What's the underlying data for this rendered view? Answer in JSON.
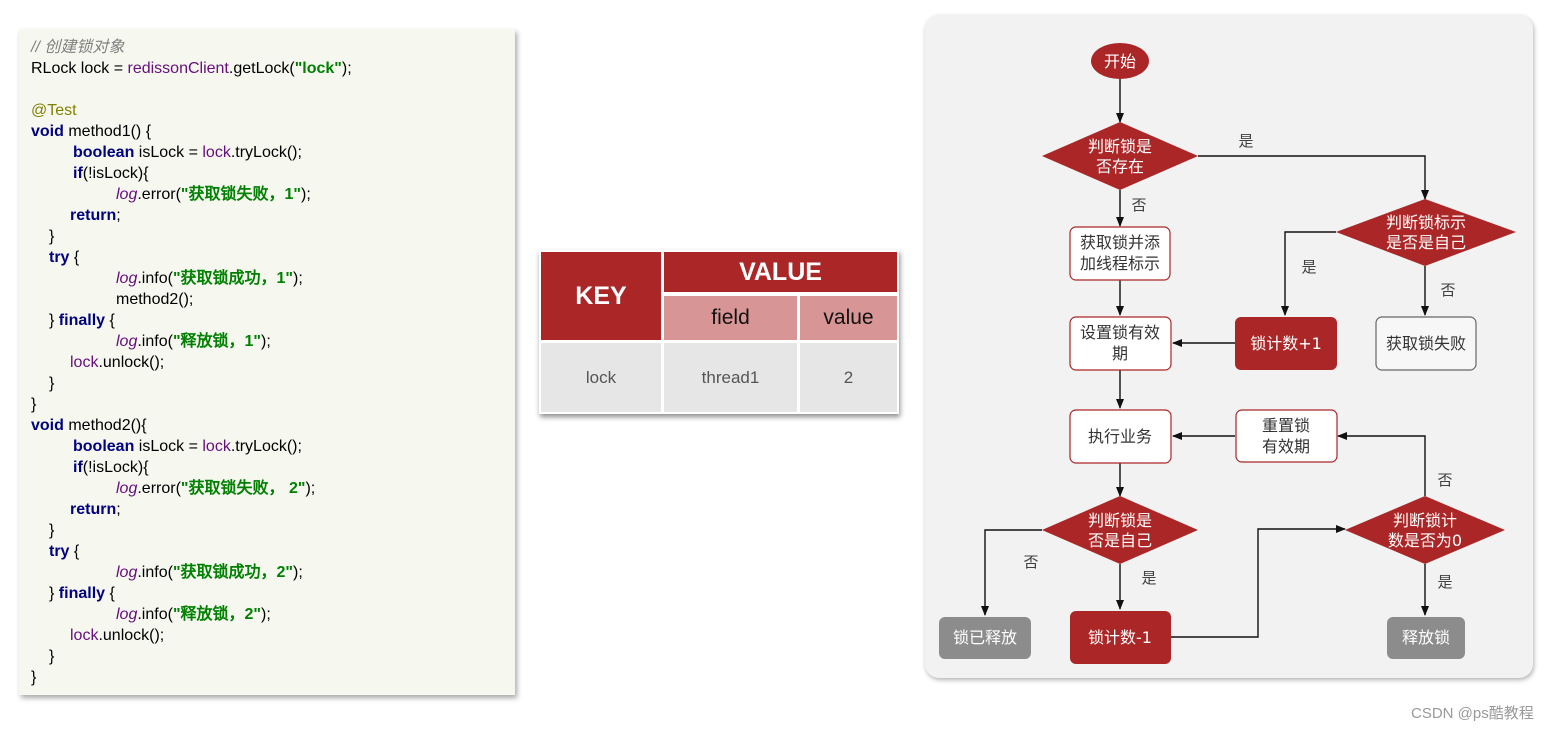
{
  "code": {
    "l01": "// 创建锁对象",
    "l02_a": "RLock lock = ",
    "l02_b": "redissonClient",
    "l02_c": ".getLock(",
    "l02_d": "\"lock\"",
    "l02_e": ");",
    "l04": "@Test",
    "l05_a": "void",
    "l05_b": " method1() {",
    "l06_a": "boolean",
    "l06_b": " isLock = ",
    "l06_c": "lock",
    "l06_d": ".tryLock();",
    "l07_a": "if",
    "l07_b": "(!isLock){",
    "l08_a": "log",
    "l08_b": ".error(",
    "l08_c": "\"获取锁失败，1\"",
    "l08_d": ");",
    "l09_a": "return",
    "l09_b": ";",
    "l10": "}",
    "l11_a": "try",
    "l11_b": " {",
    "l12_a": "log",
    "l12_b": ".info(",
    "l12_c": "\"获取锁成功，1\"",
    "l12_d": ");",
    "l13": "method2();",
    "l14_a": "} ",
    "l14_b": "finally",
    "l14_c": " {",
    "l15_a": "log",
    "l15_b": ".info(",
    "l15_c": "\"释放锁，1\"",
    "l15_d": ");",
    "l16_a": "lock",
    "l16_b": ".unlock();",
    "l17": "}",
    "l18": "}",
    "l19_a": "void",
    "l19_b": " method2(){",
    "l20_a": "boolean",
    "l20_b": " isLock = ",
    "l20_c": "lock",
    "l20_d": ".tryLock();",
    "l21_a": "if",
    "l21_b": "(!isLock){",
    "l22_a": "log",
    "l22_b": ".error(",
    "l22_c": "\"获取锁失败， 2\"",
    "l22_d": ");",
    "l23_a": "return",
    "l23_b": ";",
    "l24": "}",
    "l25_a": "try",
    "l25_b": " {",
    "l26_a": "log",
    "l26_b": ".info(",
    "l26_c": "\"获取锁成功，2\"",
    "l26_d": ");",
    "l27_a": "} ",
    "l27_b": "finally",
    "l27_c": " {",
    "l28_a": "log",
    "l28_b": ".info(",
    "l28_c": "\"释放锁，2\"",
    "l28_d": ");",
    "l29_a": "lock",
    "l29_b": ".unlock();",
    "l30": "}",
    "l31": "}"
  },
  "table": {
    "key_header": "KEY",
    "value_header": "VALUE",
    "field_header": "field",
    "value_subheader": "value",
    "row": {
      "key": "lock",
      "field": "thread1",
      "value": "2"
    }
  },
  "flow": {
    "colors": {
      "red": "#ab2627",
      "gray": "#8c8c8c",
      "panel": "#f2f2f2"
    },
    "start": "开始",
    "d_exists": [
      "判断锁是",
      "否存在"
    ],
    "d_mine": [
      "判断锁标示",
      "是否是自己"
    ],
    "acquire": [
      "获取锁并添",
      "加线程标示"
    ],
    "set_ttl": [
      "设置锁有效",
      "期"
    ],
    "count_plus": "锁计数+1",
    "fail": "获取锁失败",
    "execute": "执行业务",
    "reset_ttl": [
      "重置锁",
      "有效期"
    ],
    "d_self": [
      "判断锁是",
      "否是自己"
    ],
    "d_zero": [
      "判断锁计",
      "数是否为0"
    ],
    "released": "锁已释放",
    "count_minus": "锁计数-1",
    "release": "释放锁",
    "yes": "是",
    "no": "否"
  },
  "watermark": "CSDN @ps酷教程"
}
